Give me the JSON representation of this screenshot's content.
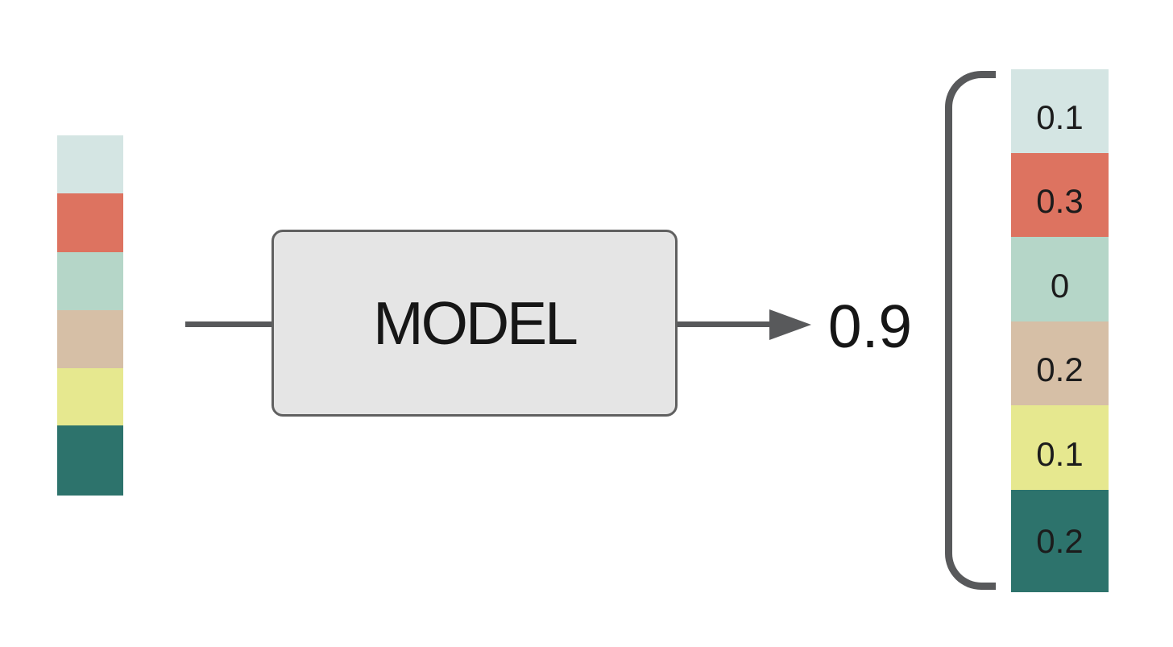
{
  "colors": {
    "stroke": "#58595b",
    "model_box_fill": "#e5e5e5",
    "model_box_border": "#606060"
  },
  "model": {
    "label": "MODEL"
  },
  "output_scalar": "0.9",
  "input_vector": {
    "colors": [
      "#d4e5e3",
      "#dd7360",
      "#b5d6c8",
      "#d6bfa6",
      "#e6e88f",
      "#2d736c"
    ]
  },
  "output_vector": {
    "values": [
      "0.1",
      "0.3",
      "0",
      "0.2",
      "0.1",
      "0.2"
    ],
    "colors": [
      "#d4e5e3",
      "#dd7360",
      "#b5d6c8",
      "#d6bfa6",
      "#e6e88f",
      "#2d736c"
    ]
  }
}
